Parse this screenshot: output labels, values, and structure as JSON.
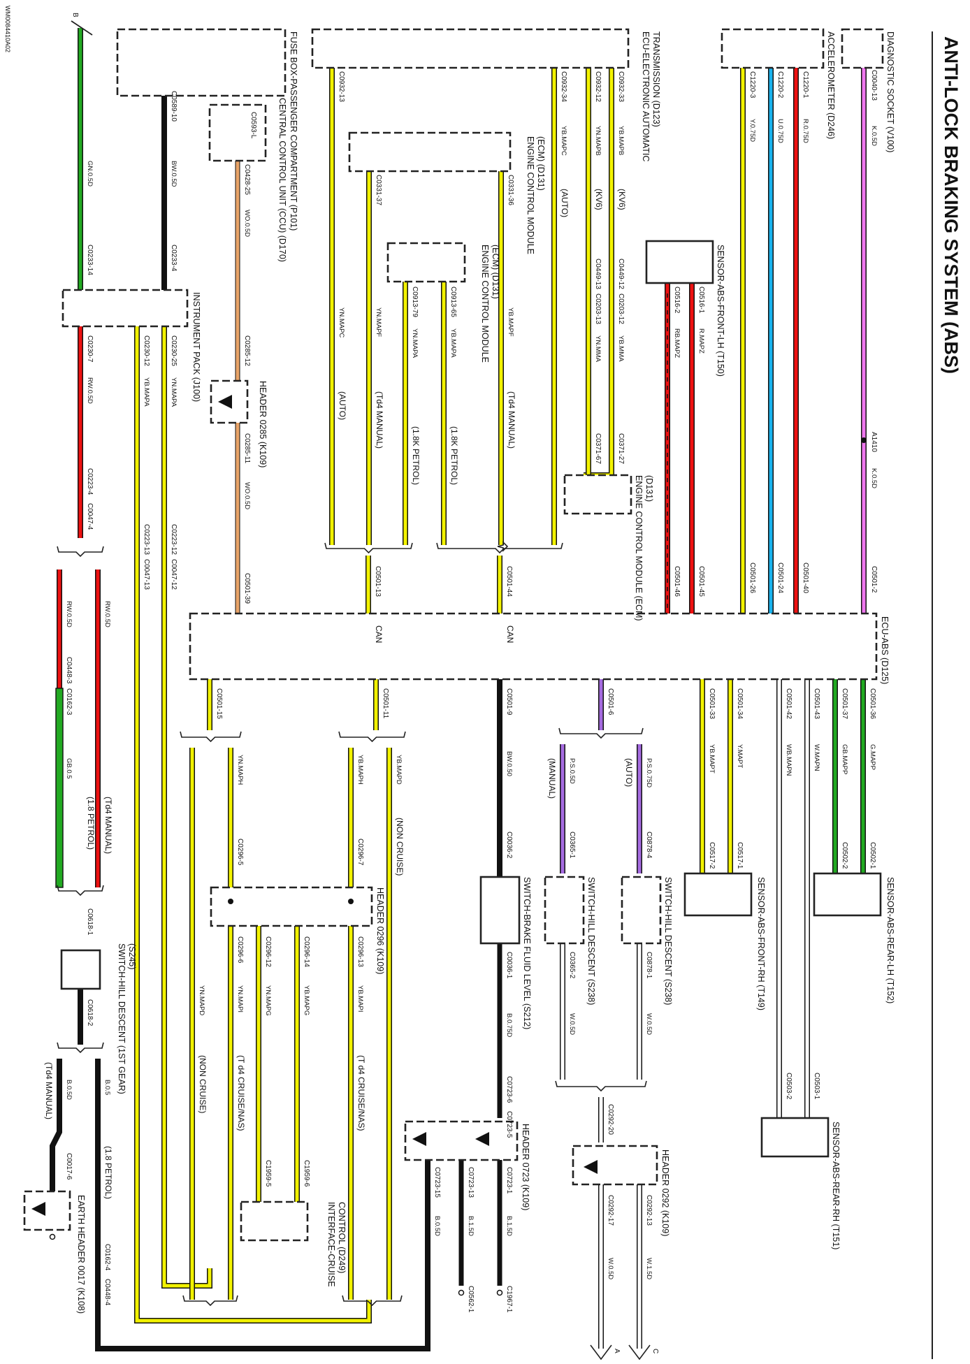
{
  "title": "ANTI-LOCK BRAKING SYSTEM (ABS)",
  "drawing_ref": "WM0084410A02",
  "colors": {
    "pink": "#ee77ee",
    "yellow": "#f2f200",
    "blue": "#1ab3ee",
    "red": "#ee1111",
    "green": "#22aa22",
    "black": "#111111",
    "purple": "#a56be0",
    "orange": "#e8a368",
    "line": "#222222"
  },
  "components": [
    {
      "id": "diag",
      "label": "DIAGNOSTIC SOCKET (V100)"
    },
    {
      "id": "accel",
      "label": "ACCELEROMETER (D246)"
    },
    {
      "id": "ecu_trans",
      "label": "ECU-ELECTRONIC AUTOMATIC TRANSMISSION (D123)"
    },
    {
      "id": "fusebox",
      "label": "FUSE BOX-PASSENGER COMPARTMENT (P101)"
    },
    {
      "id": "ccu",
      "label": "CENTRAL CONTROL UNIT (CCU) (D170)"
    },
    {
      "id": "ecm1",
      "label": "ENGINE CONTROL MODULE (ECM) (D131)"
    },
    {
      "id": "ecm2",
      "label": "ENGINE CONTROL MODULE (ECM) (D131)"
    },
    {
      "id": "ecm3",
      "label": "ENGINE CONTROL MODULE (ECM) (D131)"
    },
    {
      "id": "sens_flh",
      "label": "SENSOR-ABS-FRONT-LH (T150)"
    },
    {
      "id": "inst",
      "label": "INSTRUMENT PACK (J100)"
    },
    {
      "id": "hdr0285",
      "label": "HEADER 0285 (K109)"
    },
    {
      "id": "ecuabs",
      "label": "ECU-ABS (D125)"
    },
    {
      "id": "sens_rlh",
      "label": "SENSOR-ABS-REAR-LH (T152)"
    },
    {
      "id": "sens_frh",
      "label": "SENSOR-ABS-FRONT-RH (T149)"
    },
    {
      "id": "sw_hill_auto",
      "label": "SWITCH-HILL DESCENT (S238)"
    },
    {
      "id": "sw_hill_man",
      "label": "SWITCH-HILL DESCENT (S238)"
    },
    {
      "id": "sw_brake",
      "label": "SWITCH-BRAKE FLUID LEVEL (S212)"
    },
    {
      "id": "hdr0296",
      "label": "HEADER 0296 (K109)"
    },
    {
      "id": "sw_1stgear",
      "label": "SWITCH-HILL DESCENT (1ST GEAR) (S245)"
    },
    {
      "id": "earth0017",
      "label": "EARTH HEADER 0017 (K108)"
    },
    {
      "id": "cruise",
      "label": "INTERFACE-CRUISE CONTROL (D249)"
    },
    {
      "id": "hdr0723",
      "label": "HEADER 0723 (K109)"
    },
    {
      "id": "hdr0292",
      "label": "HEADER 0292 (K109)"
    },
    {
      "id": "sens_rrh",
      "label": "SENSOR-ABS-REAR-RH (T151)"
    }
  ],
  "wire_labels": [
    "K.0.5D",
    "R.0.75D",
    "U.0.75D",
    "Y.0.75D",
    "YB.MAPB",
    "YN.MAPB",
    "YB.MAPC",
    "R.MAPZ",
    "RB.MAPZ",
    "YB.MMA",
    "YN.MMA",
    "YB.MAPF",
    "YB.MAPA",
    "YN.MAPA",
    "YN.MAPF",
    "YN.MAPC",
    "RW.0.5D",
    "GN.0.5D",
    "BW.0.5D",
    "WO.0.5D",
    "GB.0.5",
    "G.MAPP",
    "GB.MAPP",
    "W.MAPN",
    "WB.MAPN",
    "Y.MAPT",
    "YB.MAPT",
    "P.S.0.75D",
    "P.S.0.5D",
    "BW.0.50",
    "YB.MAPD",
    "YB.MAPH",
    "YN.MAPH",
    "YB.MAPI",
    "YN.MAPI",
    "YB.MAPG",
    "YN.MAPG",
    "YN.MAPD",
    "W.0.5D",
    "B.0.75D",
    "B.1.5D",
    "B.0.5D",
    "B.0.5",
    "W.1.5D"
  ],
  "notes": [
    "(KV6)",
    "(AUTO)",
    "(Td4 MANUAL)",
    "(1.8K PETROL)",
    "(MANUAL)",
    "(NON CRUISE)",
    "(T d4 CRUISE/NAS)",
    "(1.8 PETROL)",
    "CAN"
  ],
  "connectors": [
    "C0040-13",
    "C1220-1",
    "C1220-2",
    "C1220-3",
    "C0932-33",
    "C0932-12",
    "C0932-34",
    "C0932-13",
    "C0589-10",
    "C0593-L",
    "C0428-25",
    "C0516-1",
    "C0516-2",
    "C0449-12",
    "C0203-12",
    "C0449-13",
    "C0203-13",
    "C0331-36",
    "C0331-37",
    "C0913-65",
    "C0913-79",
    "C0371-27",
    "C0371-67",
    "C0233-14",
    "C0233-4",
    "C0285-12",
    "C0285-11",
    "C0230-7",
    "C0230-12",
    "C0230-25",
    "C0223-4",
    "C0047-4",
    "C0223-13",
    "C0047-13",
    "C0223-12",
    "C0047-12",
    "C0501-2",
    "C0501-40",
    "C0501-24",
    "C0501-26",
    "C0501-45",
    "C0501-46",
    "C0501-44",
    "C0501-13",
    "C0501-39",
    "C0501-36",
    "C0501-37",
    "C0501-43",
    "C0501-42",
    "C0501-34",
    "C0501-33",
    "C0501-6",
    "C0501-9",
    "C0501-11",
    "C0501-15",
    "C0502-1",
    "C0502-2",
    "C0503-1",
    "C0503-2",
    "C0517-1",
    "C0517-2",
    "C0878-4",
    "C0878-1",
    "C0365-1",
    "C0365-2",
    "C0036-2",
    "C0036-1",
    "C0296-7",
    "C0296-5",
    "C0296-13",
    "C0296-14",
    "C0296-12",
    "C0296-6",
    "C1959-6",
    "C1959-5",
    "C0448-3",
    "C0162-3",
    "C0618-1",
    "C0618-2",
    "C0017-6",
    "C0723-6",
    "C0723-5",
    "C0723-1",
    "C0723-13",
    "C0723-15",
    "C1967-1",
    "C0562-1",
    "C0292-20",
    "C0292-13",
    "C0292-17",
    "C0162-4",
    "C0448-4",
    "A1410"
  ],
  "arrows": [
    "A",
    "B",
    "C"
  ]
}
